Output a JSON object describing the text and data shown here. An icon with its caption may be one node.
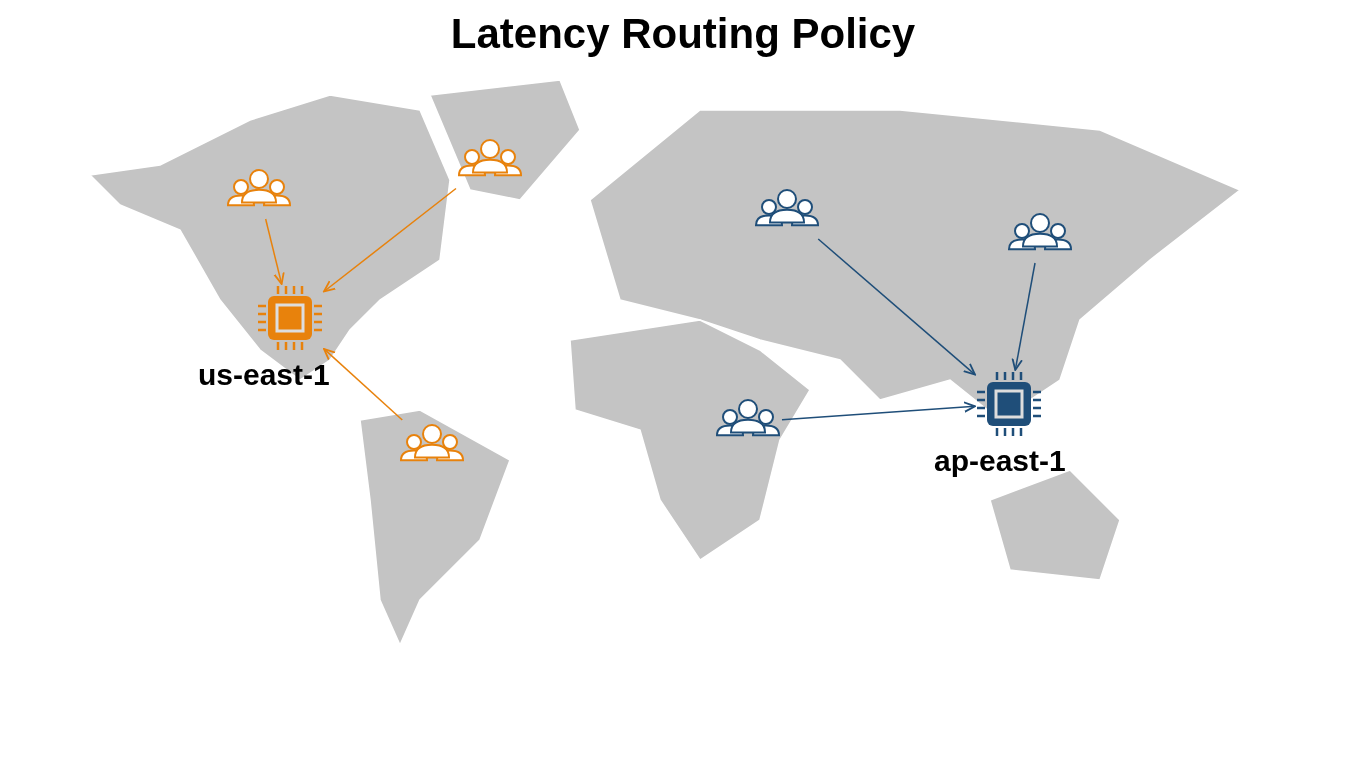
{
  "diagram": {
    "title": "Latency Routing Policy",
    "nodes": [
      {
        "text": [],
        "shape": "picture"
      },
      {
        "text": [],
        "shape": "picture"
      },
      {
        "text": [],
        "shape": "picture",
        "beside": [
          "us-east-1"
        ]
      },
      {
        "text": [],
        "shape": "picture"
      },
      {
        "text": [],
        "shape": "picture"
      },
      {
        "text": [],
        "shape": "picture"
      },
      {
        "text": [],
        "shape": "picture",
        "beside": [
          "ap-east-1"
        ]
      },
      {
        "text": [],
        "shape": "picture"
      }
    ],
    "edges": [
      {
        "from": 0,
        "to": 2,
        "arrow": "to",
        "color": "#e8820c"
      },
      {
        "from": 1,
        "to": 2,
        "arrow": "to",
        "color": "#e8820c"
      },
      {
        "from": 3,
        "to": 2,
        "arrow": "to",
        "color": "#e8820c"
      },
      {
        "from": 4,
        "to": 6,
        "arrow": "to",
        "color": "#1f4e79"
      },
      {
        "from": 5,
        "to": 6,
        "arrow": "to",
        "color": "#1f4e79"
      },
      {
        "from": 7,
        "to": 6,
        "arrow": "to",
        "color": "#1f4e79"
      }
    ]
  }
}
